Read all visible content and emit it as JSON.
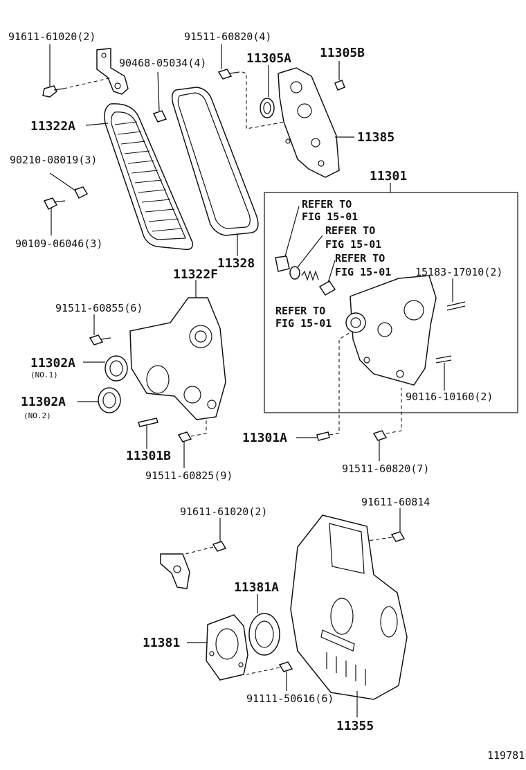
{
  "diagram_id": "119781",
  "labels": {
    "p9161161020_top": "91611-61020(2)",
    "p9151160820_top": "91511-60820(4)",
    "p9046805034": "90468-05034(4)",
    "p11305A": "11305A",
    "p11305B": "11305B",
    "p11322A": "11322A",
    "p11385": "11385",
    "p9021008019": "90210-08019(3)",
    "p11301": "11301",
    "p9010906046": "90109-06046(3)",
    "p11328": "11328",
    "p11322F": "11322F",
    "p1518317010": "15183-17010(2)",
    "p9151160855": "91511-60855(6)",
    "p11302A_1": "11302A",
    "p11302A_2": "11302A",
    "p9011610160": "90116-10160(2)",
    "p11301A": "11301A",
    "p11301B": "11301B",
    "p9151160820_bottom": "91511-60820(7)",
    "p9151160825": "91511-60825(9)",
    "p9161161020_bottom": "91611-61020(2)",
    "p9161160814": "91611-60814",
    "p11381A": "11381A",
    "p11381": "11381",
    "p9111150616": "91111-50616(6)",
    "p11355": "11355"
  },
  "notes": {
    "no1": "(NO.1)",
    "no2": "(NO.2)"
  },
  "refer_notes": [
    {
      "line1": "REFER TO",
      "line2": "FIG 15-01"
    },
    {
      "line1": "REFER TO",
      "line2": "FIG 15-01"
    },
    {
      "line1": "REFER TO",
      "line2": "FIG 15-01"
    },
    {
      "line1": "REFER TO",
      "line2": "FIG 15-01"
    }
  ]
}
